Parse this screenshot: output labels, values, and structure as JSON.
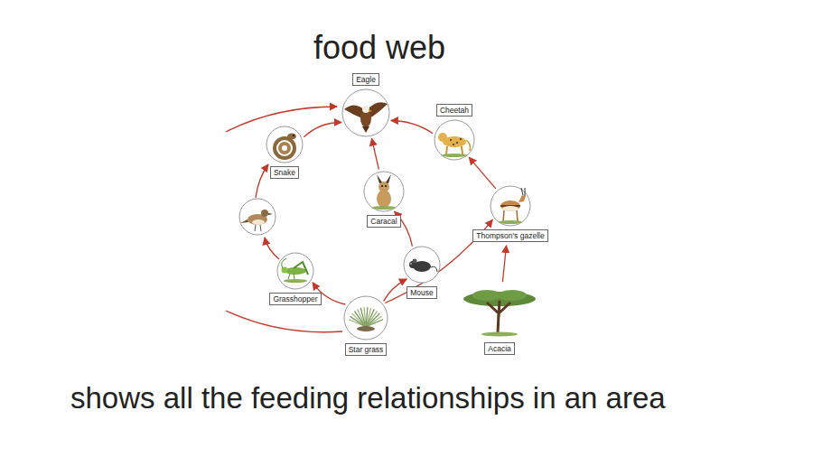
{
  "diagram": {
    "title": "food web",
    "caption": "shows all the feeding relationships in an area",
    "nodes": [
      {
        "text": [
          "Eagle"
        ]
      },
      {
        "text": [
          "Snake"
        ]
      },
      {
        "text": [
          "Cheetah"
        ]
      },
      {
        "text": [
          "Caracal"
        ]
      },
      {
        "text": [
          "Thompson's gazelle"
        ]
      },
      {
        "text": [
          "Grasshopper"
        ]
      },
      {
        "text": [
          "Mouse"
        ]
      },
      {
        "text": [
          "Star grass"
        ]
      },
      {
        "text": [
          "Acacia"
        ]
      }
    ],
    "edges": [
      {
        "from": 1,
        "to": 0,
        "arrow": "to"
      },
      {
        "from": 3,
        "to": 0,
        "arrow": "to"
      },
      {
        "from": 2,
        "to": 0,
        "arrow": "to"
      },
      {
        "from": 6,
        "to": 3,
        "arrow": "to"
      },
      {
        "from": 4,
        "to": 2,
        "arrow": "to"
      },
      {
        "from": 7,
        "to": 5,
        "arrow": "to"
      },
      {
        "from": 7,
        "to": 6,
        "arrow": "to"
      },
      {
        "from": 7,
        "to": 4,
        "arrow": "to"
      },
      {
        "from": 8,
        "to": 4,
        "arrow": "to"
      }
    ]
  }
}
